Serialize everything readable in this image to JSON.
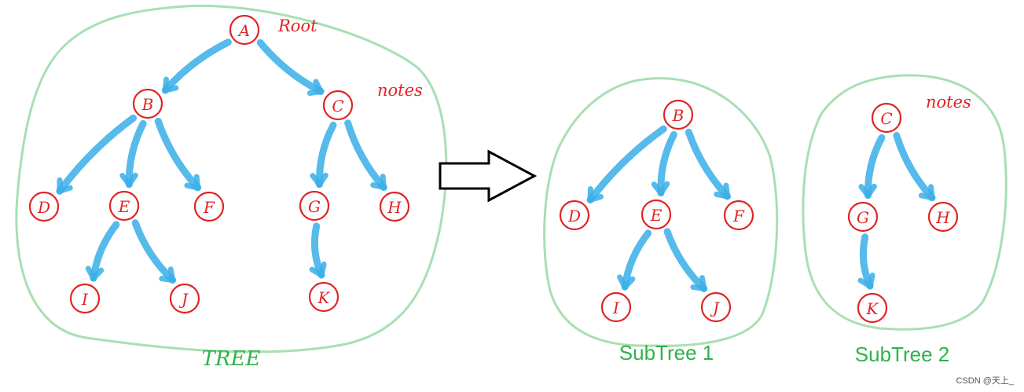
{
  "captions": {
    "tree": "TREE",
    "subtree1": "SubTree 1",
    "subtree2": "SubTree 2"
  },
  "annotations": {
    "root": "Root",
    "notes_tree": "notes",
    "notes_subtree2": "notes"
  },
  "watermark": "CSDN @天上_",
  "colors": {
    "node": "#e02424",
    "edge": "#38aee8",
    "outline": "#a8dfb3",
    "caption": "#2eb24a"
  },
  "trees": [
    {
      "name": "tree",
      "nodes": [
        "A",
        "B",
        "C",
        "D",
        "E",
        "F",
        "G",
        "H",
        "I",
        "J",
        "K"
      ],
      "edges": [
        [
          "A",
          "B"
        ],
        [
          "A",
          "C"
        ],
        [
          "B",
          "D"
        ],
        [
          "B",
          "E"
        ],
        [
          "B",
          "F"
        ],
        [
          "C",
          "G"
        ],
        [
          "C",
          "H"
        ],
        [
          "E",
          "I"
        ],
        [
          "E",
          "J"
        ],
        [
          "G",
          "K"
        ]
      ]
    },
    {
      "name": "subtree1",
      "nodes": [
        "B",
        "D",
        "E",
        "F",
        "I",
        "J"
      ],
      "edges": [
        [
          "B",
          "D"
        ],
        [
          "B",
          "E"
        ],
        [
          "B",
          "F"
        ],
        [
          "E",
          "I"
        ],
        [
          "E",
          "J"
        ]
      ]
    },
    {
      "name": "subtree2",
      "nodes": [
        "C",
        "G",
        "H",
        "K"
      ],
      "edges": [
        [
          "C",
          "G"
        ],
        [
          "C",
          "H"
        ],
        [
          "G",
          "K"
        ]
      ]
    }
  ]
}
